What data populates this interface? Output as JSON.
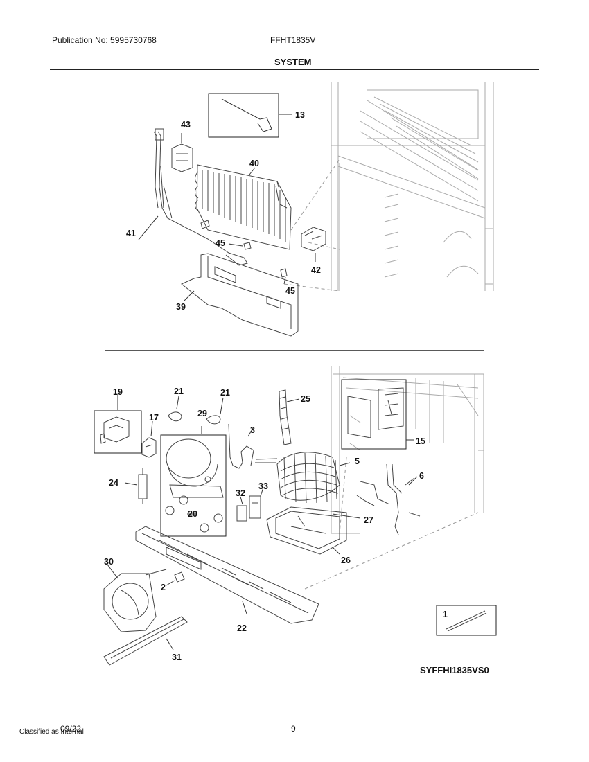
{
  "header": {
    "publication": "Publication No: 5995730768",
    "model": "FFHT1835V",
    "section_title": "SYSTEM"
  },
  "diagram": {
    "upper_callouts": [
      "13",
      "43",
      "40",
      "41",
      "45",
      "42",
      "45",
      "39"
    ],
    "lower_callouts": [
      "19",
      "21",
      "21",
      "25",
      "17",
      "29",
      "3",
      "15",
      "5",
      "6",
      "24",
      "33",
      "32",
      "20",
      "27",
      "26",
      "30",
      "2",
      "22",
      "31",
      "1"
    ],
    "drawing_code": "SYFFHI1835VS0"
  },
  "footer": {
    "date": "09/22",
    "page": "9",
    "classification": "Classified as Internal"
  }
}
